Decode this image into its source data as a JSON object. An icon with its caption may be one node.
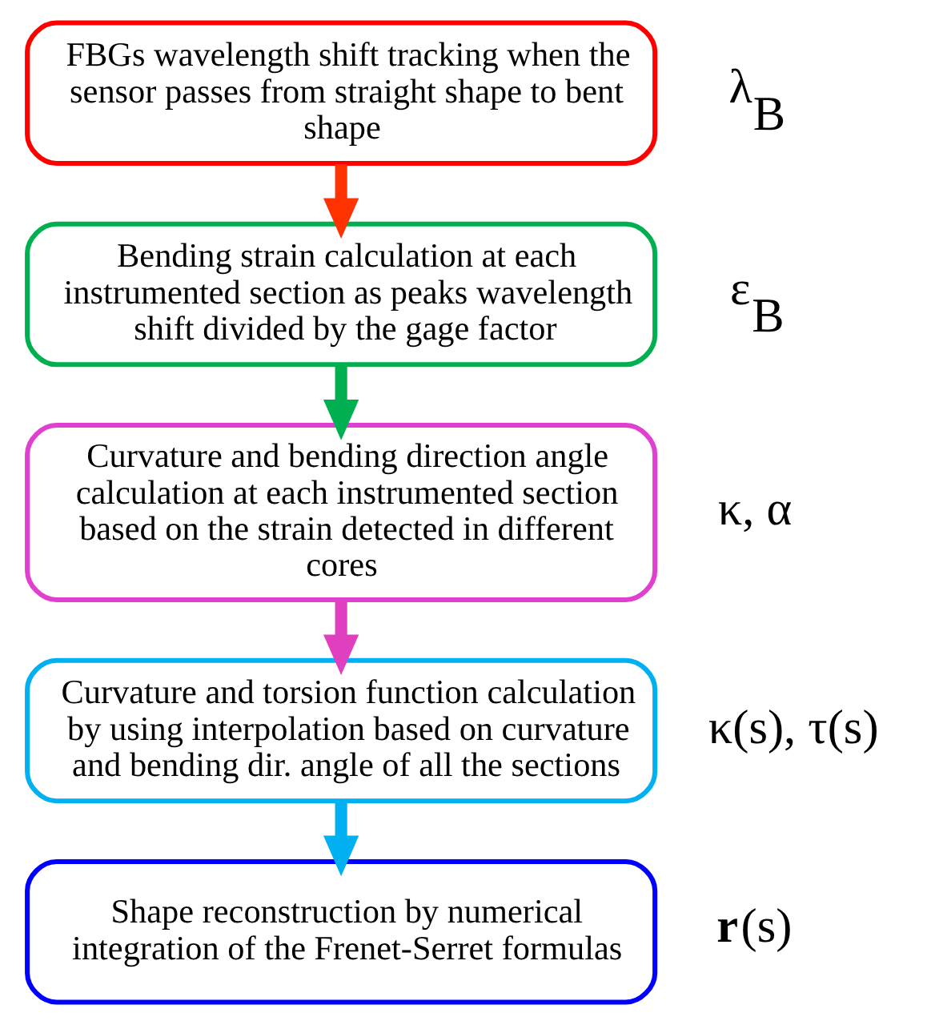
{
  "diagram": {
    "nodes": [
      {
        "text": [
          "FBGs wavelength shift tracking when the sensor passes from straight shape to bent shape"
        ],
        "beside": [
          "λ$_{B}$"
        ]
      },
      {
        "text": [
          "Bending strain calculation at each instrumented section as peaks wavelength shift divided by the gage factor"
        ],
        "beside": [
          "ε$_{B}$"
        ]
      },
      {
        "text": [
          "Curvature and bending direction angle calculation at each instrumented section based on the strain detected in different cores"
        ],
        "beside": [
          "κ, α"
        ]
      },
      {
        "text": [
          "Curvature and torsion function calculation by using interpolation based on curvature and bending dir. angle of all the sections"
        ],
        "beside": [
          "κ(s), τ(s)"
        ]
      },
      {
        "text": [
          "Shape reconstruction by numerical integration of the Frenet-Serret formulas"
        ],
        "beside": [
          "**r**(s)"
        ]
      }
    ],
    "edges": [
      {
        "from": 0,
        "to": 1,
        "arrow": "to",
        "color": "#ff3300"
      },
      {
        "from": 1,
        "to": 2,
        "arrow": "to",
        "color": "#00b050"
      },
      {
        "from": 2,
        "to": 3,
        "arrow": "to",
        "color": "#e040c0"
      },
      {
        "from": 3,
        "to": 4,
        "arrow": "to",
        "color": "#00b0f0"
      }
    ]
  }
}
